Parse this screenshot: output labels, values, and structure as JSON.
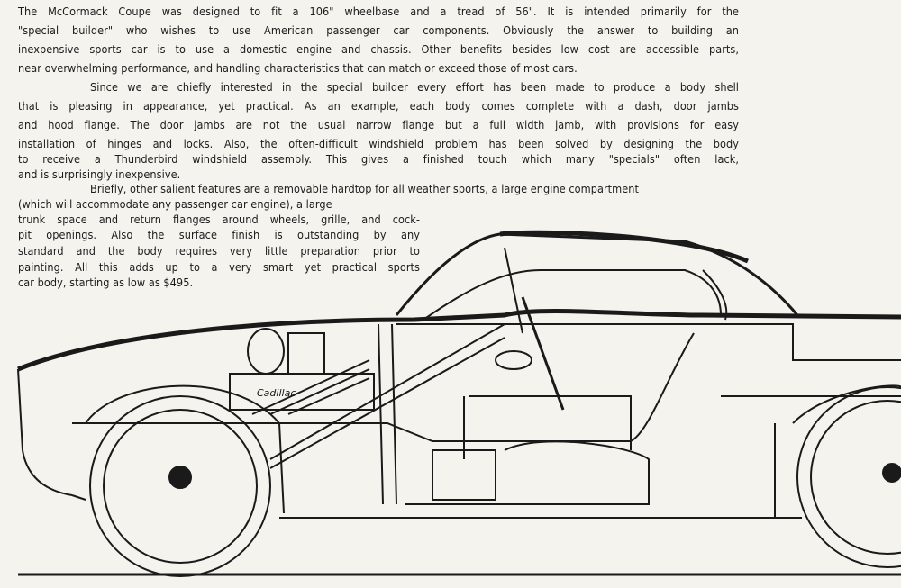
{
  "paragraphs": [
    {
      "lines": [
        "The McCormack Coupe was designed to fit a 106\" wheelbase and a tread of 56\". It is intended primarily for the",
        "\"special builder\" who wishes to use American passenger car components. Obviously the answer to building an",
        "inexpensive sports car is to use a domestic engine and chassis. Other benefits besides low cost are accessible parts,",
        "near overwhelming performance, and handling characteristics that can match or exceed those of most cars."
      ]
    },
    {
      "lines": [
        "Since we are chiefly interested in the special builder every effort has been made to produce a body shell",
        "that is pleasing in appearance, yet practical. As an example, each body comes complete with a dash, door jambs",
        "and hood flange. The door jambs are not the usual narrow flange but a full width jamb, with provisions for easy",
        "installation of hinges and locks. Also, the often-difficult windshield problem has been solved by designing the body",
        "to receive a Thunderbird windshield assembly. This gives a finished touch which many \"specials\" often lack,",
        "and is surprisingly inexpensive."
      ]
    },
    {
      "lines": [
        "Briefly, other salient features are a removable hardtop for all weather sports, a large engine compartment",
        "(which will accommodate any passenger car engine), a large",
        "trunk space and return flanges around wheels, grille, and cock-",
        "pit openings. Also the surface finish is outstanding by any",
        "standard and the body requires very little preparation prior to",
        "painting. All this adds up to a very smart yet practical sports",
        "car body, starting as low as $495."
      ]
    }
  ],
  "illustration": {
    "engine_lettering": "Cadillac"
  }
}
